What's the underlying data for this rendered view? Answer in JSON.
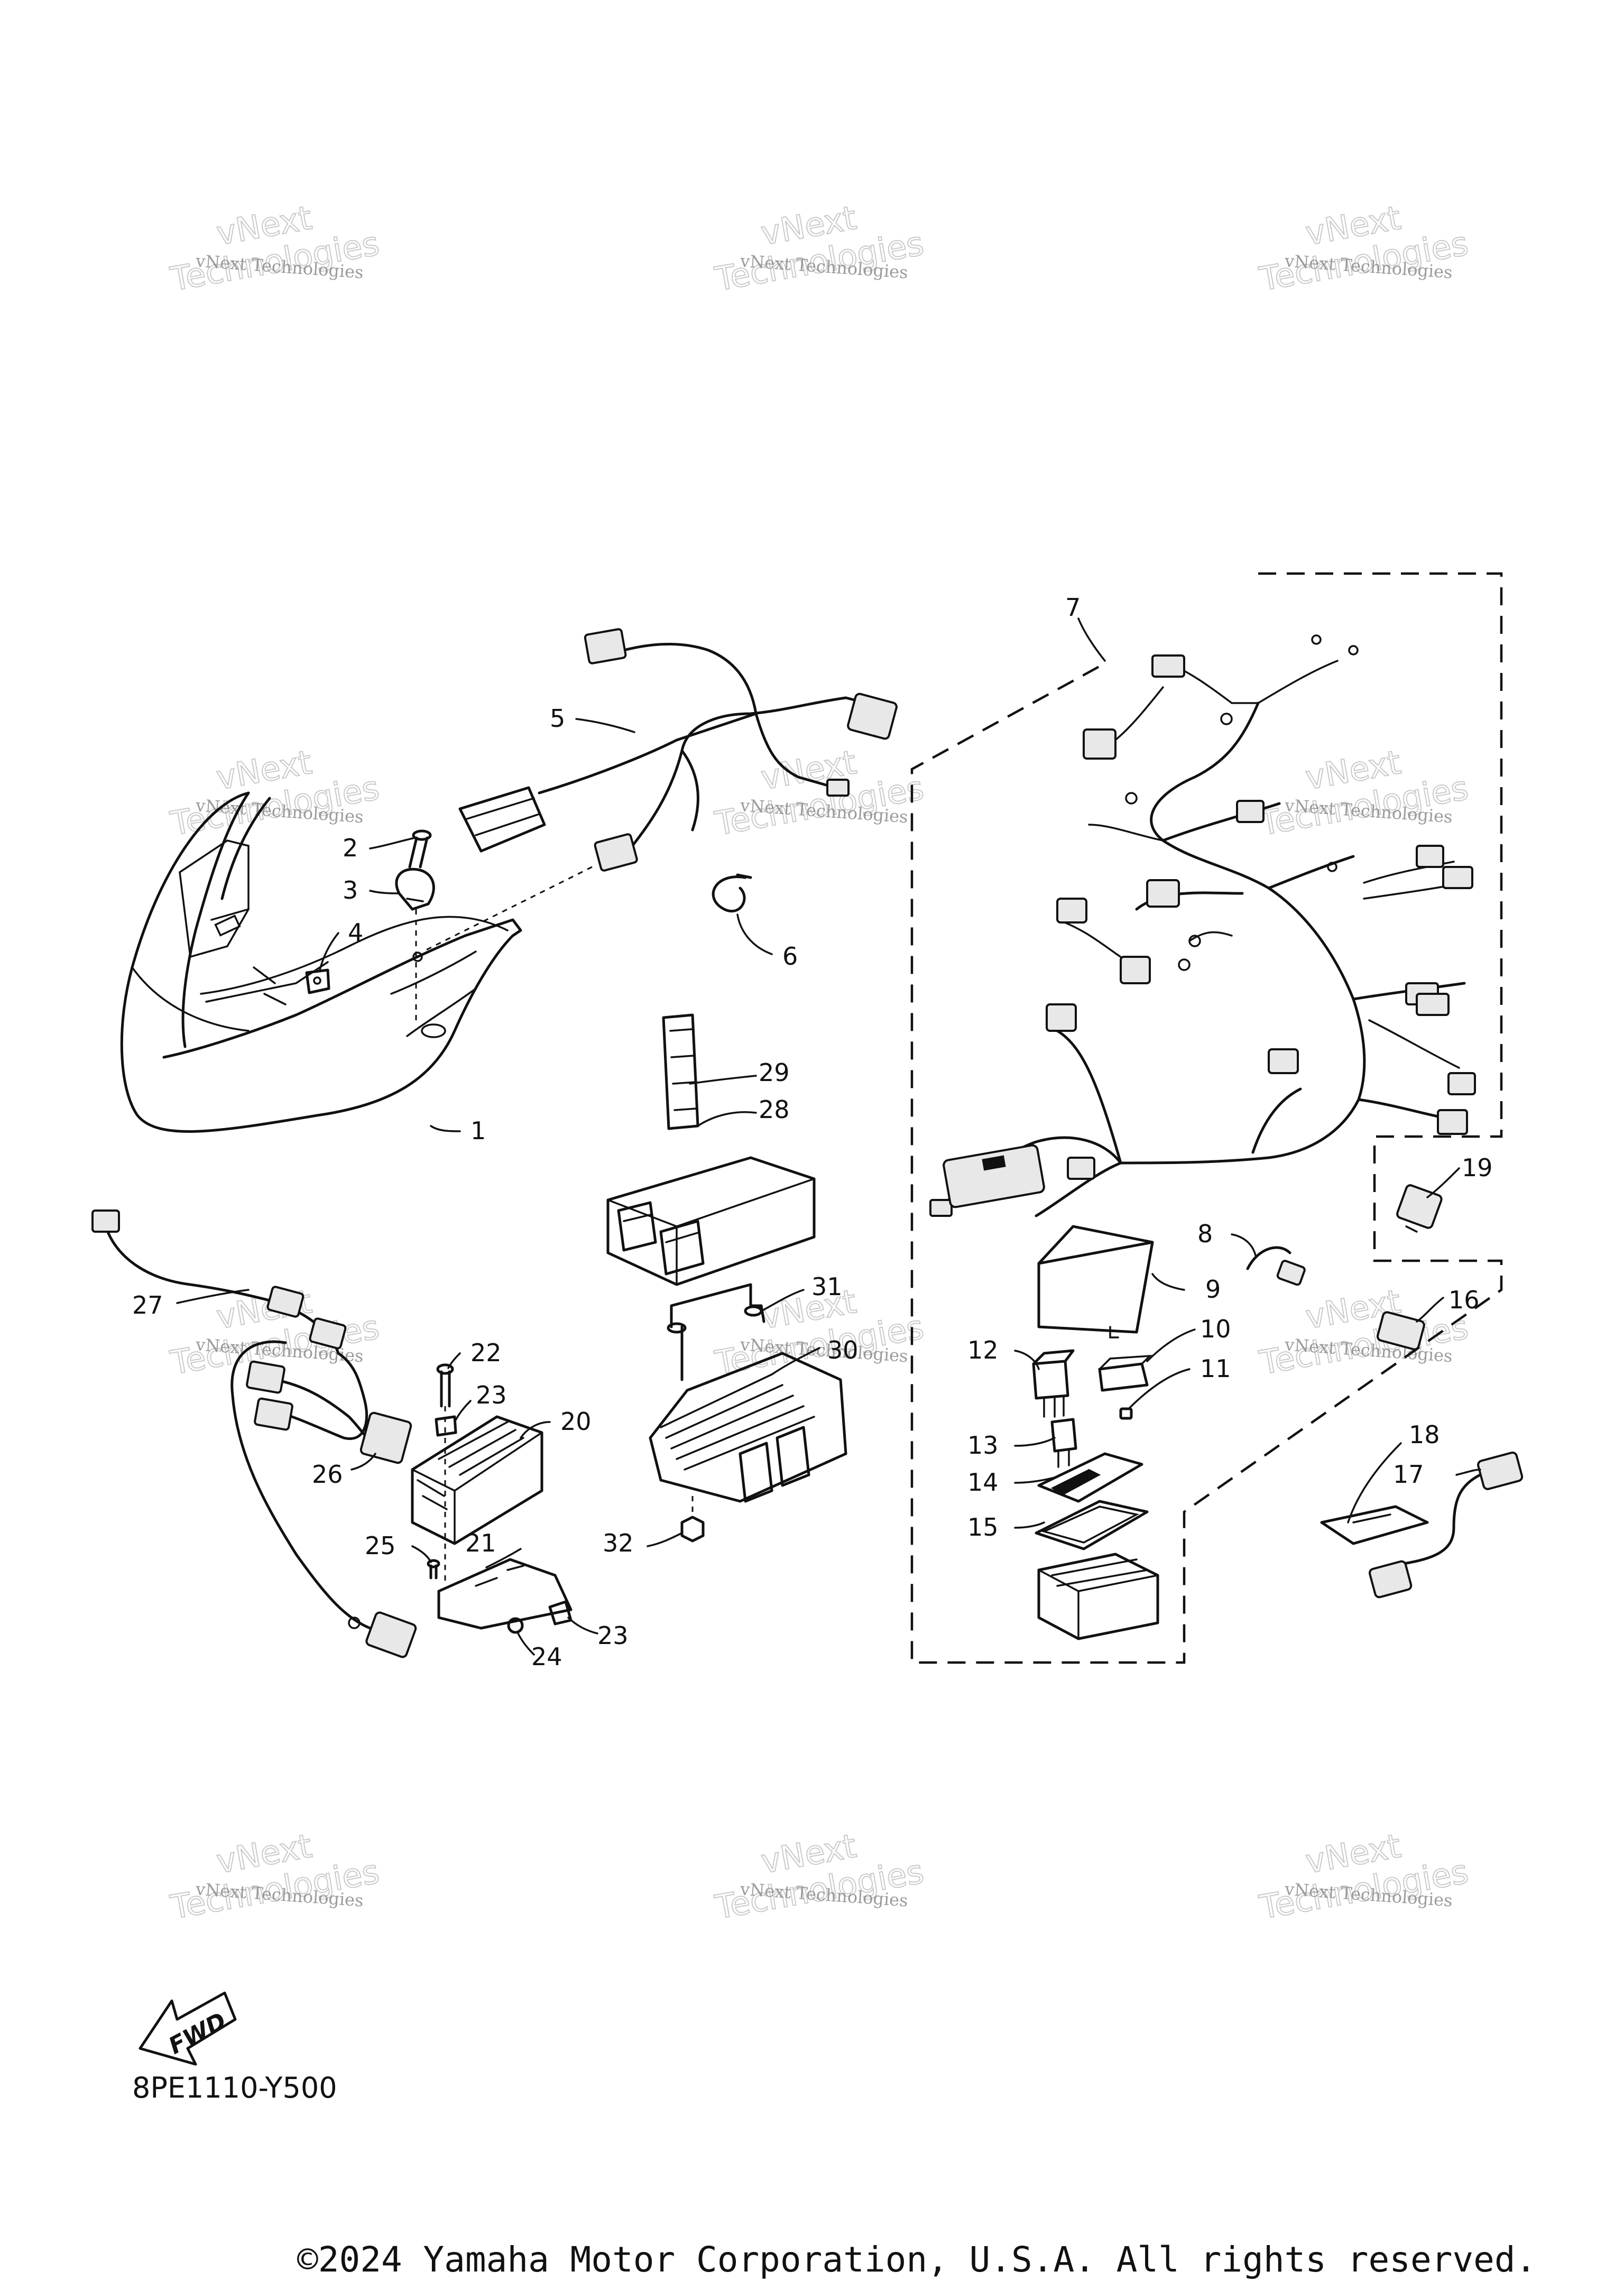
{
  "diagram": {
    "callouts": [
      "1",
      "2",
      "3",
      "4",
      "5",
      "6",
      "7",
      "8",
      "9",
      "10",
      "11",
      "12",
      "13",
      "14",
      "15",
      "16",
      "17",
      "18",
      "19",
      "20",
      "21",
      "22",
      "23",
      "23",
      "24",
      "25",
      "26",
      "27",
      "28",
      "29",
      "30",
      "31",
      "32"
    ],
    "direction_badge": "FWD",
    "code": "8PE1110-Y500",
    "copyright": "©2024 Yamaha Motor Corporation, U.S.A. All rights reserved.",
    "watermark_small": "vNext Technologies",
    "watermark_large_top": "vNext",
    "watermark_large_bottom": "Technologies"
  }
}
